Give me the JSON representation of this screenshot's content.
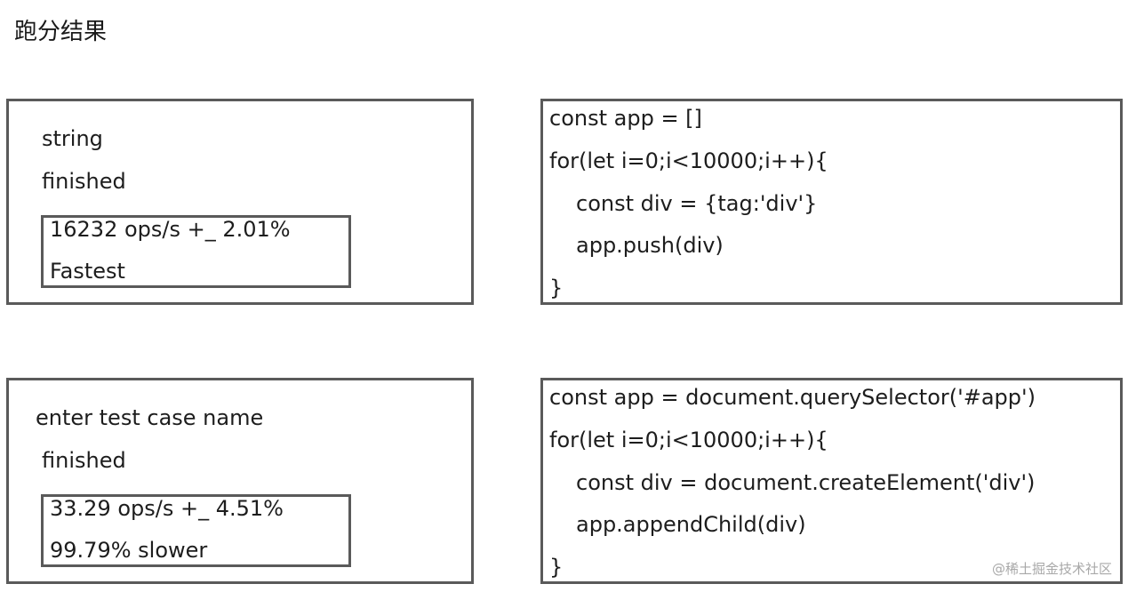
{
  "page": {
    "title": "跑分结果"
  },
  "cases": [
    {
      "name": "string",
      "status": "finished",
      "ops": "16232 ops/s +_ 2.01%",
      "rank": "Fastest",
      "code": [
        "const app = []",
        "for(let i=0;i<10000;i++){",
        "const div = {tag:'div'}",
        "app.push(div)",
        "}"
      ]
    },
    {
      "name": "enter test case name",
      "status": "finished",
      "ops": "33.29 ops/s +_ 4.51%",
      "rank": "99.79% slower",
      "code": [
        "const app = document.querySelector('#app')",
        "for(let i=0;i<10000;i++){",
        "const div = document.createElement('div')",
        "app.appendChild(div)",
        "}"
      ]
    }
  ],
  "watermark": "@稀土掘金技术社区"
}
